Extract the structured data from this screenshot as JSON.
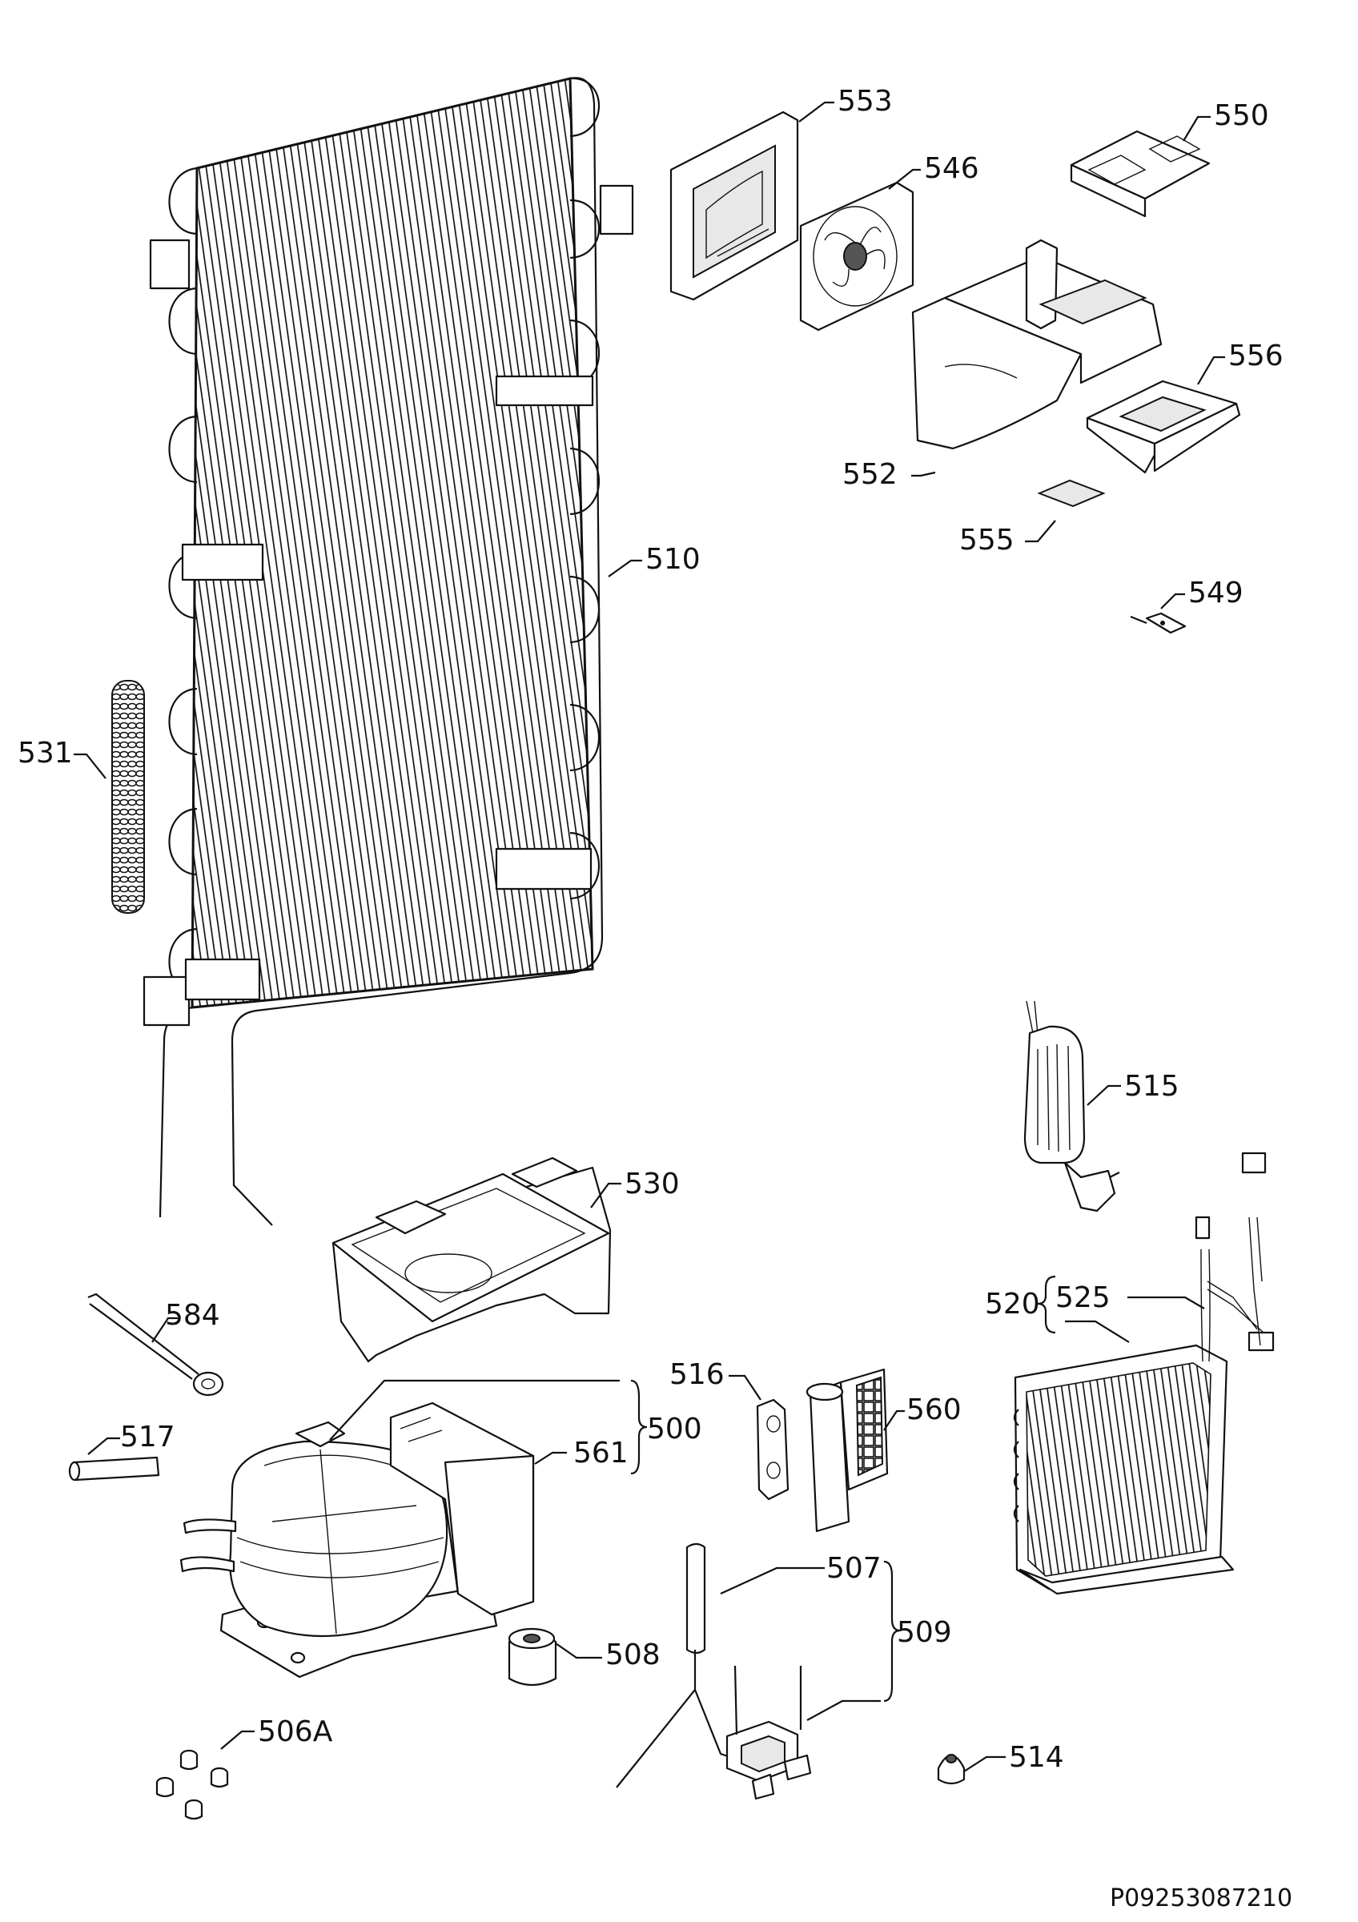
{
  "labels": {
    "l553": "553",
    "l550": "550",
    "l546": "546",
    "l556": "556",
    "l552": "552",
    "l555": "555",
    "l549": "549",
    "l510": "510",
    "l531": "531",
    "l515": "515",
    "l530": "530",
    "l520": "520",
    "l525": "525",
    "l584": "584",
    "l516": "516",
    "l560": "560",
    "l500": "500",
    "l517": "517",
    "l561": "561",
    "l507": "507",
    "l509": "509",
    "l508": "508",
    "l506A": "506A",
    "l514": "514"
  },
  "drawing_code": "P09253087210"
}
